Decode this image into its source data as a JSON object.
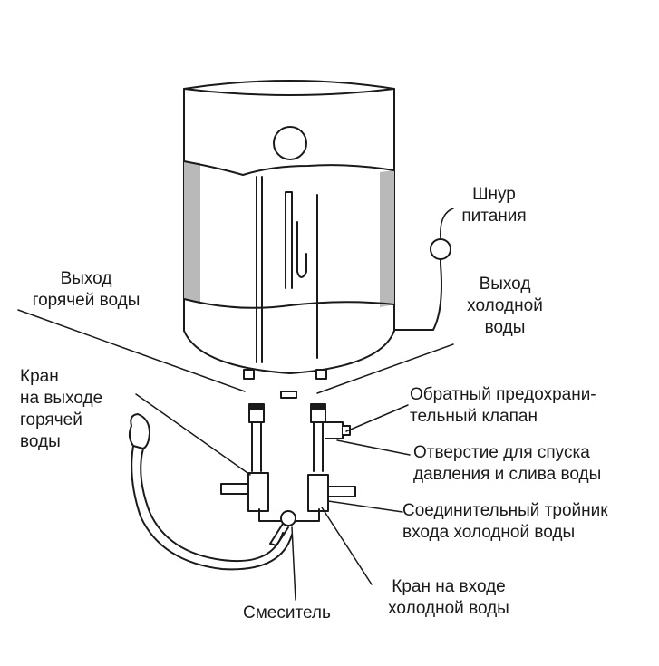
{
  "labels": {
    "power_cord": [
      "Шнур",
      "питания"
    ],
    "hot_outlet": [
      "Выход",
      "горячей воды"
    ],
    "cold_outlet": [
      "Выход",
      "холодной",
      "воды"
    ],
    "hot_valve": [
      "Кран",
      "на выходе",
      "горячей",
      "воды"
    ],
    "check_valve": [
      "Обратный предохрани-",
      "тельный клапан"
    ],
    "drain_hole": [
      "Отверстие для спуска",
      "давления и слива воды"
    ],
    "tee": [
      "Соединительный тройник",
      "входа холодной воды"
    ],
    "cold_inlet_valve": [
      "Кран на входе",
      "холодной воды"
    ],
    "mixer": [
      "Смеситель"
    ]
  }
}
